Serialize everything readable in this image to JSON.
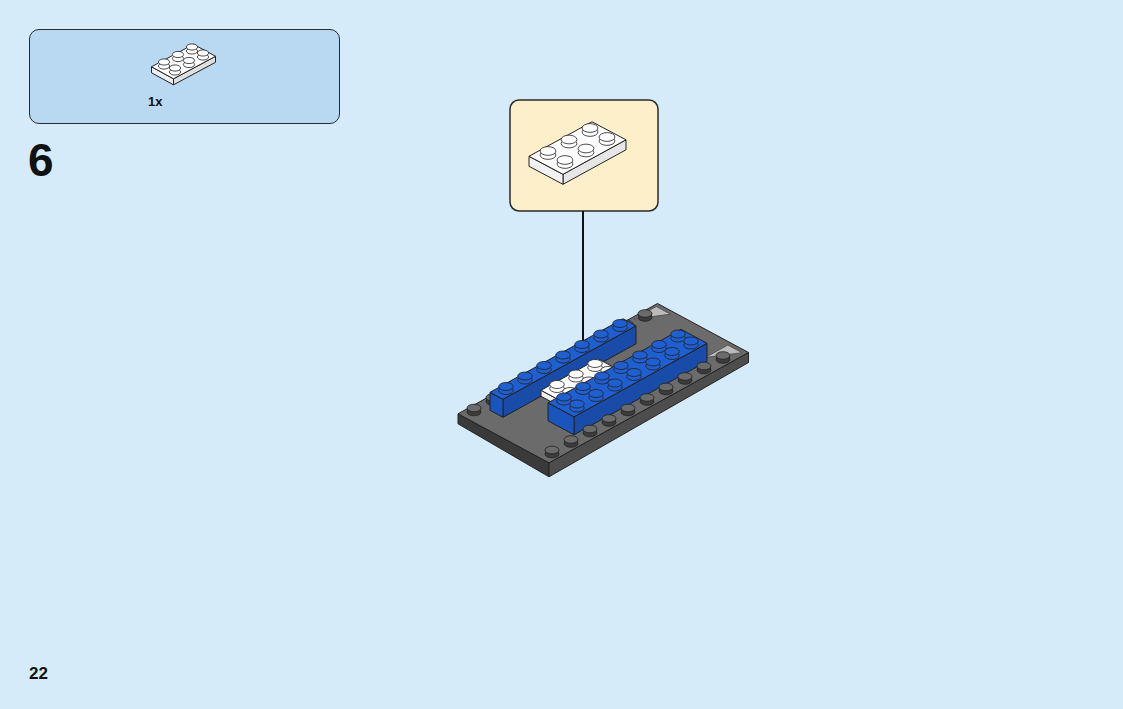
{
  "diagram": {
    "nodes": [
      {
        "text": [
          "1x"
        ]
      }
    ],
    "labels": [
      "6",
      "22"
    ]
  }
}
